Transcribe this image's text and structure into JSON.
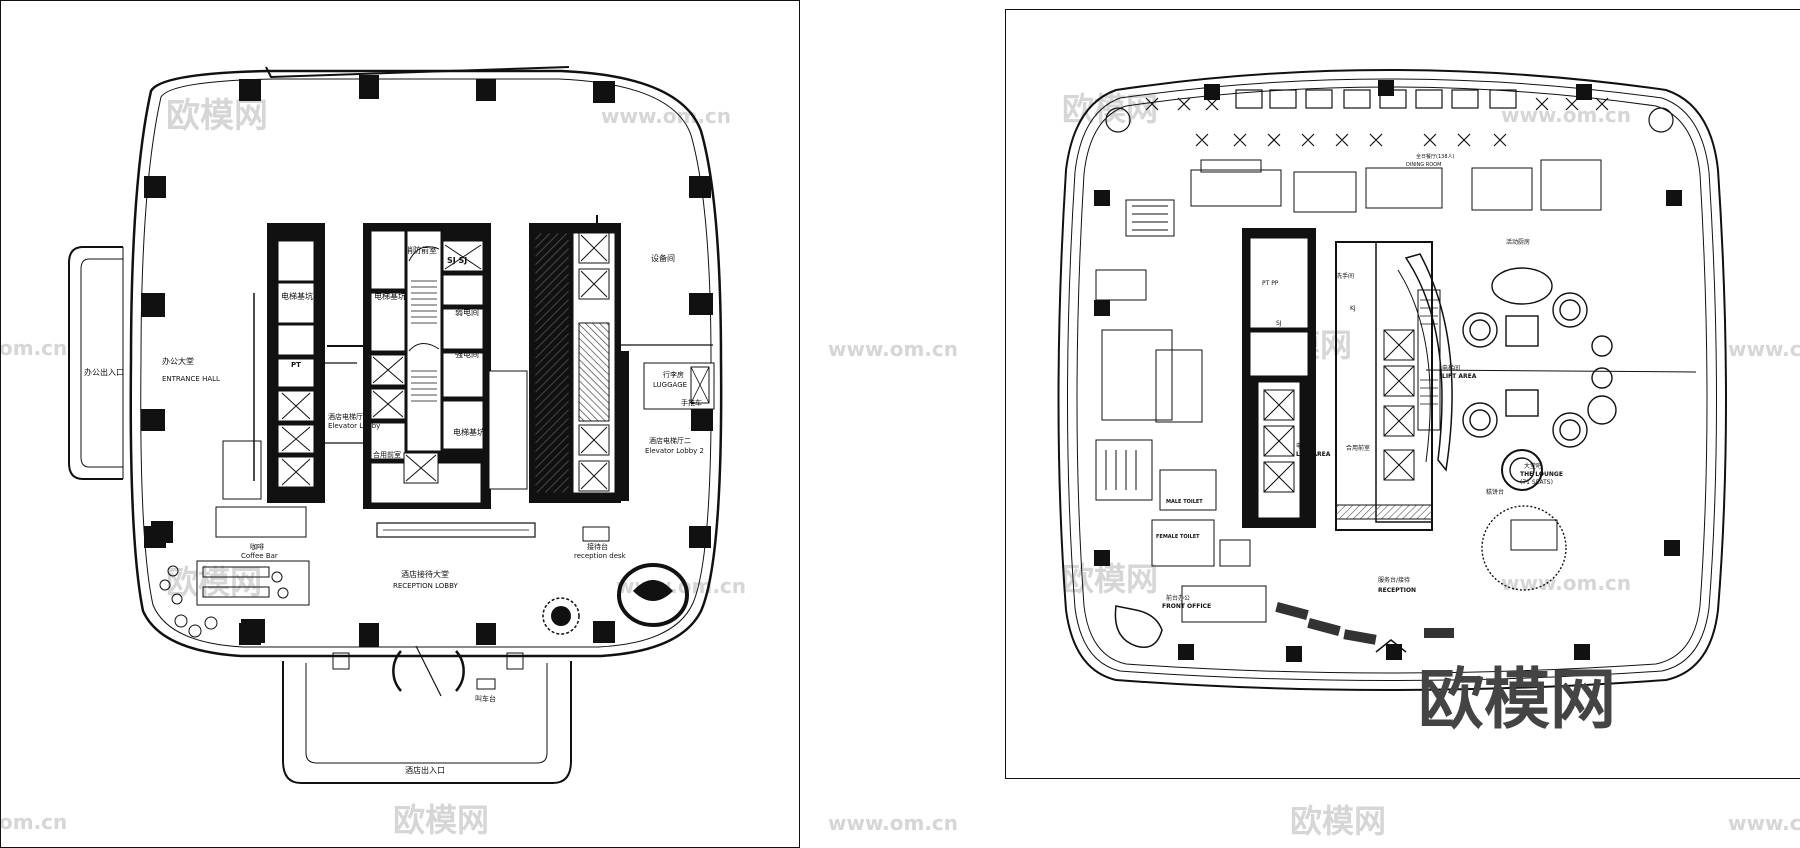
{
  "watermark": {
    "brand": "欧模网",
    "url": "www.om.cn",
    "url_partial": "om.cn",
    "url_cut": "www.c"
  },
  "plan_a": {
    "office_lobby_cn": "办公大堂",
    "office_lobby_en": "ENTRANCE HALL",
    "office_entrance": "办公出入口",
    "elevator_shaft_1": "电梯基坑",
    "elevator_shaft_2": "电梯基坑",
    "elevator_shaft_3": "电梯基坑",
    "fire_front_room": "消防前室",
    "weak_current_room": "弱电间",
    "strong_current_room": "强电间",
    "equipment_room": "设备间",
    "hotel_elevator_lobby_cn": "酒店电梯厅",
    "hotel_elevator_lobby_en": "Elevator Lobby",
    "common_front_room": "合用前室",
    "luggage_cn": "行李房",
    "luggage_en": "LUGGAGE",
    "trolley": "手推车",
    "elevator_lobby_2_cn": "酒店电梯厅二",
    "elevator_lobby_2_en": "Elevator Lobby 2",
    "coffee_cn": "咖啡",
    "coffee_en": "Coffee Bar",
    "reception_cn": "接待台",
    "reception_en": "reception desk",
    "hotel_lobby_cn": "酒店接待大堂",
    "hotel_lobby_en": "RECEPTION LOBBY",
    "valet": "叫车台",
    "hotel_entrance": "酒店出入口",
    "pt": "PT",
    "sj": "SJ SJ"
  },
  "plan_b": {
    "restaurant_header": "全日餐厅(138人)",
    "restaurant_en": "DINING ROOM",
    "lift_area_en_1": "LIFT AREA",
    "lift_area_cn_1": "电梯间",
    "lift_area_en_2": "LIFT AREA",
    "lift_area_cn_2": "电梯厅",
    "common_front": "合用前室",
    "wash_room": "洗手间",
    "pt_pp": "PT PP",
    "sj": "SJ",
    "kj": "KJ",
    "male_toilet": "MALE TOILET",
    "female_toilet": "FEMALE TOILET",
    "front_office_cn": "前台办公",
    "front_office_en": "FRONT OFFICE",
    "reception_cn": "服务台/接待",
    "reception_en": "RECEPTION",
    "lounge_cn": "大堂吧",
    "lounge_en": "THE LOUNGE",
    "lounge_seats": "(71 SEATS)",
    "activity": "活动厨房",
    "deli": "糕饼台"
  },
  "colors": {
    "line": "#111111",
    "watermark": "#d6d6d6",
    "hatch": "#555555"
  }
}
